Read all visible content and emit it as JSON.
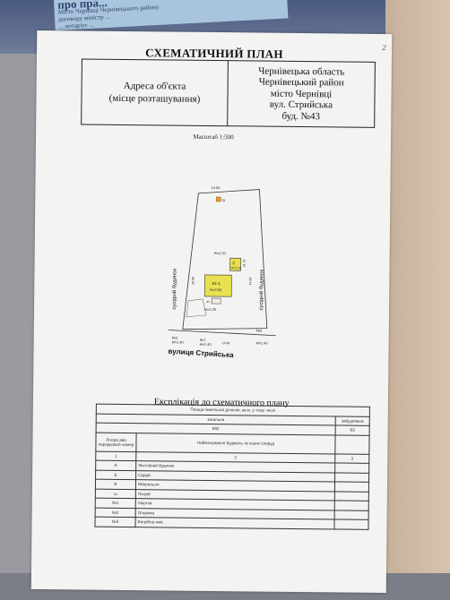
{
  "background_note": {
    "heading": "про пра...",
    "lines": [
      "Місто Чернівці Чернівецького району",
      "договору міністр ...",
      "... нотаріус ..."
    ]
  },
  "page_number": "2",
  "title": "СХЕМАТИЧНИЙ ПЛАН",
  "address": {
    "label_line1": "Адреса об'єкта",
    "label_line2": "(місце розташування)",
    "lines": [
      "Чернівецька область",
      "Чернівецький район",
      "місто Чернівці",
      "вул. Стрийська",
      "буд. №43"
    ]
  },
  "scale": "Масштаб 1:500",
  "plan": {
    "neighbor_left": "сусідній будинок",
    "neighbor_right": "сусідній будинок",
    "building_main": "А1-1",
    "building_main_h": "H=2.50",
    "building_b": "Б",
    "building_b_h": "H=2.20",
    "building_top": "В",
    "h_top": "H=2.20",
    "h_porch": "H=2.25",
    "porch": "а1",
    "fence1": "№1",
    "fence1_h": "H=1.40",
    "fence2": "№2",
    "fence2_h": "H=1.40",
    "fence3": "№3",
    "fence3_h": "H=1.40",
    "dim_top": "14.00",
    "dim_left": "20.00",
    "dim_right": "41.00",
    "dim_bottom": "14.00",
    "dim_side": "21.70"
  },
  "street": "вулиця Стрийська",
  "explication": {
    "title": "Експлікація до схематичного плану",
    "area_header": "Площа земельної ділянки, кв.м, у тому числі",
    "col_built": "забудована",
    "col_total": "загальна",
    "total_value": "682",
    "built_value": "83",
    "letter_header": "Літера або порядковий номер",
    "name_header": "Найменування будівель та інших споруд",
    "col_numbers": [
      "1",
      "2",
      "3"
    ],
    "rows": [
      {
        "letter": "А",
        "name": "Житловий будинок"
      },
      {
        "letter": "Б",
        "name": "Сарай"
      },
      {
        "letter": "В",
        "name": "Вбиральня"
      },
      {
        "letter": "ш",
        "name": "Погріб"
      },
      {
        "letter": "№1",
        "name": "Хвіртка"
      },
      {
        "letter": "№2",
        "name": "Огорожа"
      },
      {
        "letter": "№3",
        "name": "Вигрібна яма"
      }
    ]
  }
}
